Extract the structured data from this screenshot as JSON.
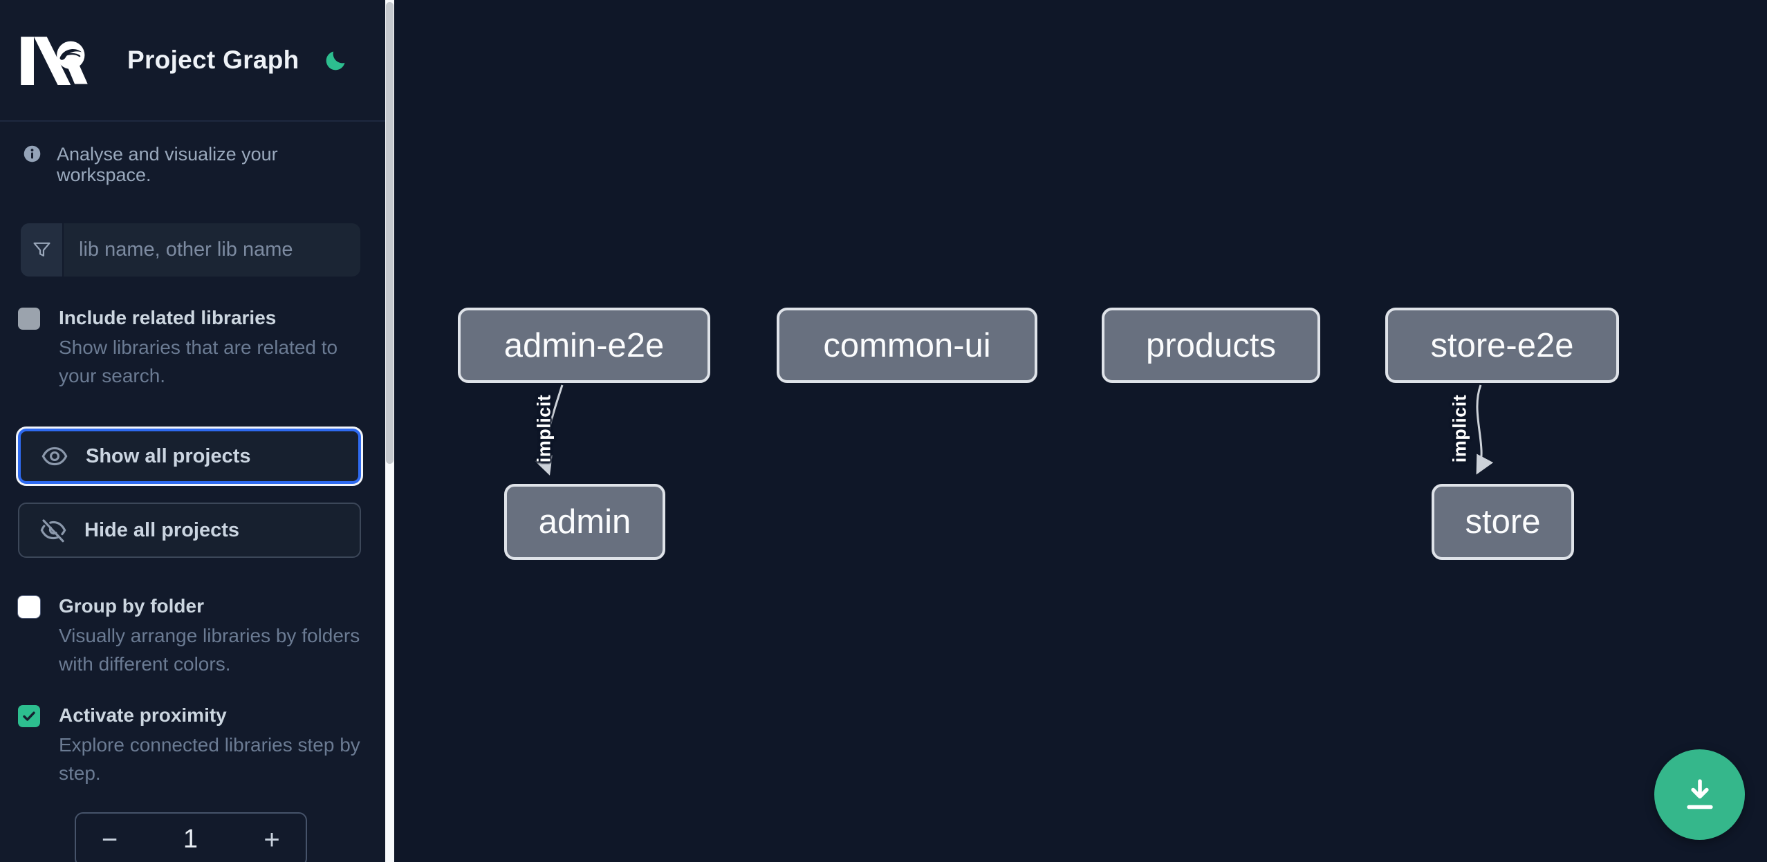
{
  "app": {
    "title": "Project Graph",
    "logo": "nx-logo",
    "theme_toggle_icon": "moon-icon"
  },
  "sidebar": {
    "tagline": "Analyse and visualize your workspace.",
    "search": {
      "icon": "funnel-icon",
      "placeholder": "lib name, other lib name",
      "value": ""
    },
    "include_related": {
      "label": "Include related libraries",
      "description": "Show libraries that are related to your search.",
      "checked": false,
      "enabled": false
    },
    "show_all_label": "Show all projects",
    "hide_all_label": "Hide all projects",
    "group_by_folder": {
      "label": "Group by folder",
      "description": "Visually arrange libraries by folders with different colors.",
      "checked": false
    },
    "activate_proximity": {
      "label": "Activate proximity",
      "description": "Explore connected libraries step by step.",
      "checked": true
    },
    "proximity_stepper": {
      "decrement_label": "−",
      "value": "1",
      "increment_label": "+"
    }
  },
  "graph": {
    "nodes": [
      {
        "id": "admin-e2e",
        "label": "admin-e2e"
      },
      {
        "id": "common-ui",
        "label": "common-ui"
      },
      {
        "id": "products",
        "label": "products"
      },
      {
        "id": "store-e2e",
        "label": "store-e2e"
      },
      {
        "id": "admin",
        "label": "admin"
      },
      {
        "id": "store",
        "label": "store"
      }
    ],
    "edges": [
      {
        "source": "admin-e2e",
        "target": "admin",
        "label": "implicit",
        "type": "implicit"
      },
      {
        "source": "store-e2e",
        "target": "store",
        "label": "implicit",
        "type": "implicit"
      }
    ]
  },
  "fab": {
    "icon": "download-icon"
  },
  "colors": {
    "sidebar_bg": "#121a2b",
    "canvas_bg": "#0f1728",
    "node_fill": "#68707f",
    "node_border": "#dfe3e9",
    "edge": "#cdd2d9",
    "accent_blue": "#2e6af0",
    "nx_green": "#2dbe8f",
    "fab_green": "#35b78b",
    "checked_green": "#2dbe8f"
  }
}
